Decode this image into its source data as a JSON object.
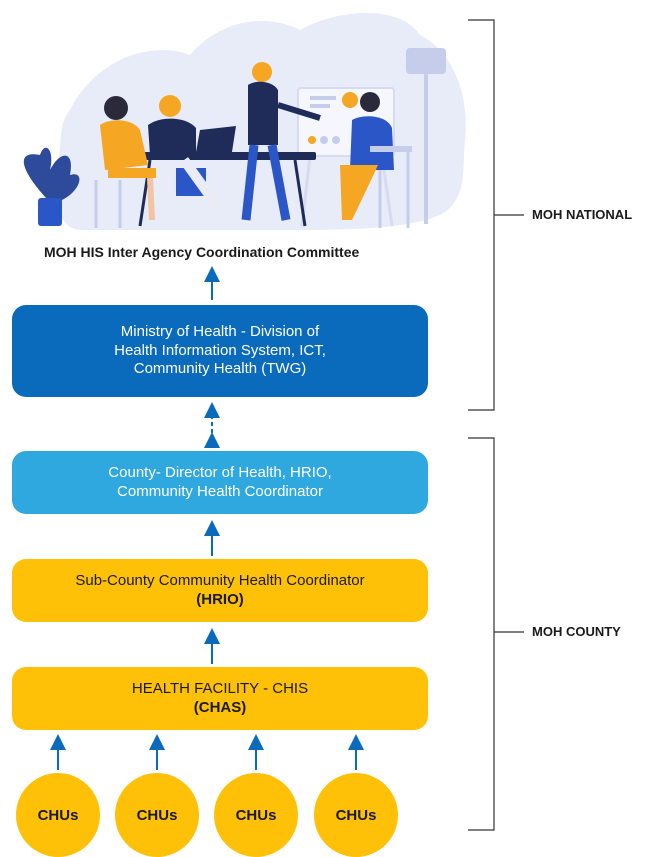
{
  "committee_title": "MOH HIS Inter Agency Coordination Committee",
  "boxes": {
    "ministry": {
      "line1": "Ministry of Health - Division of",
      "line2": "Health Information System, ICT,",
      "line3": "Community Health (TWG)"
    },
    "county": {
      "line1": "County- Director of Health, HRIO,",
      "line2": "Community Health Coordinator"
    },
    "subcounty": {
      "line1": "Sub-County Community Health Coordinator",
      "line2": "(HRIO)"
    },
    "facility": {
      "line1": "HEALTH FACILITY - CHIS",
      "line2": "(CHAS)"
    }
  },
  "chus": [
    "CHUs",
    "CHUs",
    "CHUs",
    "CHUs"
  ],
  "brackets": {
    "national": "MOH NATIONAL",
    "county": "MOH COUNTY"
  },
  "colors": {
    "dark_blue": "#0a6bbd",
    "light_blue": "#2fa8e0",
    "yellow": "#ffc107",
    "arrow": "#0a6bbd"
  }
}
